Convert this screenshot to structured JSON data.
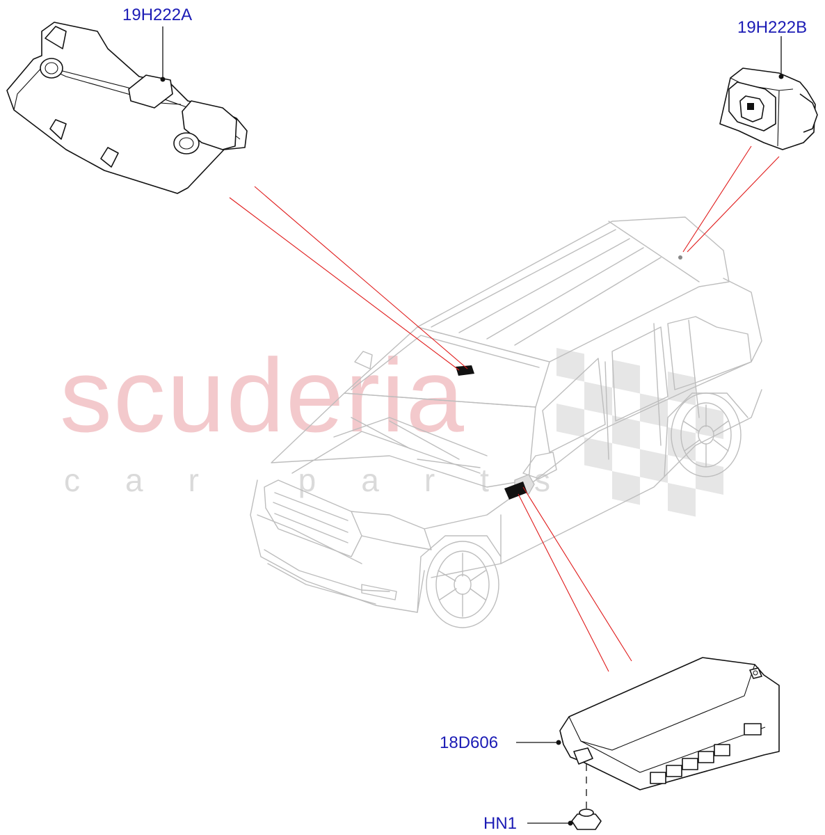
{
  "watermark": {
    "main_text": "scuderia",
    "sub_text": "car parts",
    "main_color": "#f3c9cc",
    "sub_color": "#dadada"
  },
  "parts": {
    "forward_camera": {
      "label": "19H222A"
    },
    "roof_camera": {
      "label": "19H222B"
    },
    "control_module": {
      "label": "18D606"
    },
    "nut": {
      "label": "HN1"
    }
  },
  "colors": {
    "label": "#1b1bb5",
    "leader_line": "#e01a1a",
    "vehicle_outline": "#bdbdbd"
  }
}
